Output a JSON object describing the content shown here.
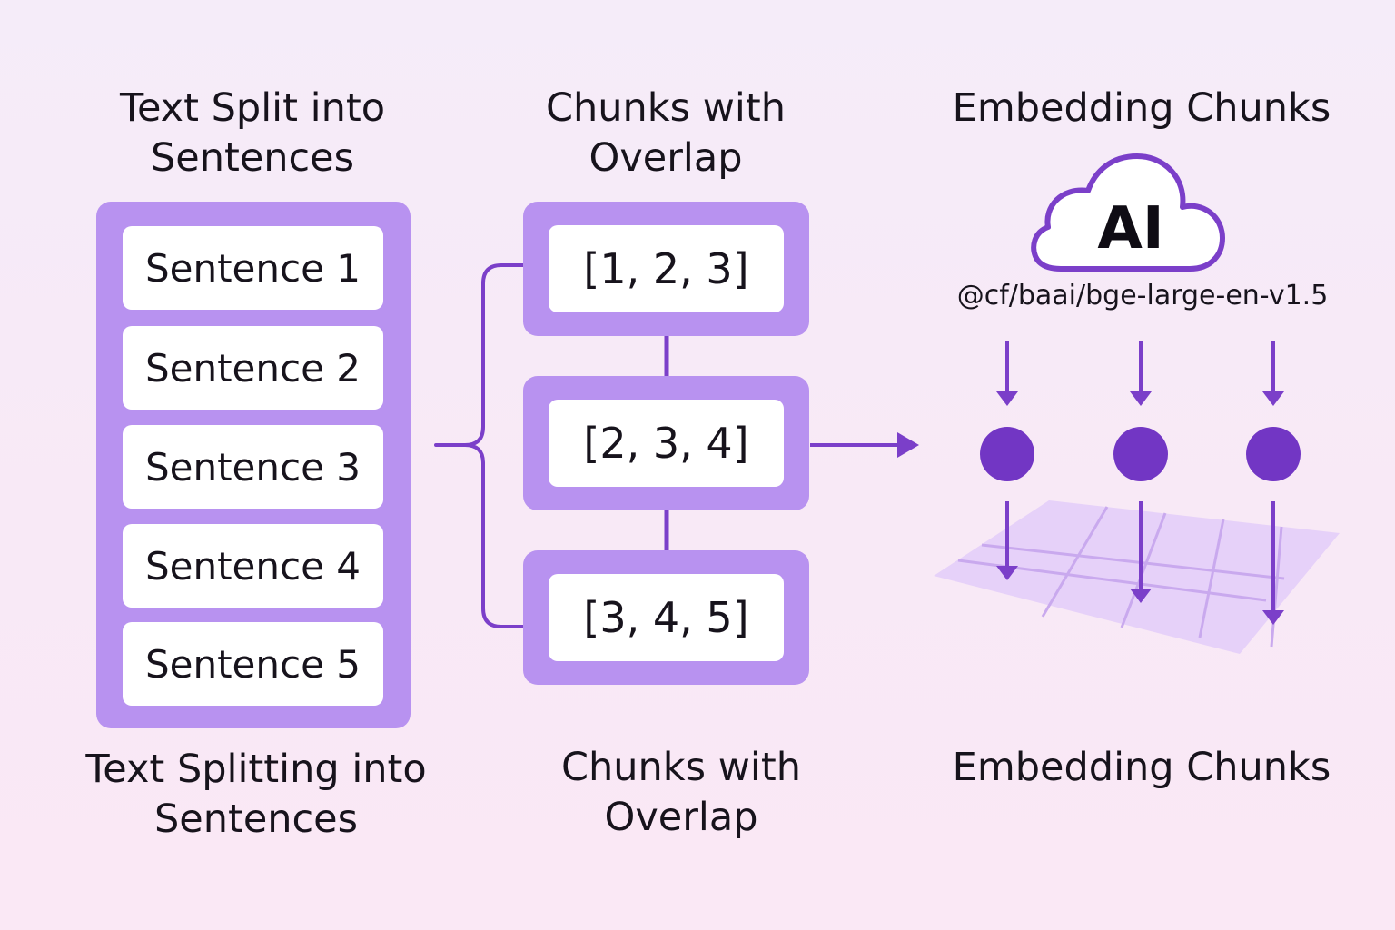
{
  "columns": {
    "sentences": {
      "title_top": "Text Split into Sentences",
      "title_bottom": "Text Splitting into Sentences",
      "items": [
        "Sentence 1",
        "Sentence 2",
        "Sentence 3",
        "Sentence 4",
        "Sentence 5"
      ]
    },
    "chunks": {
      "title_top": "Chunks with Overlap",
      "title_bottom": "Chunks with Overlap",
      "items": [
        "[1, 2, 3]",
        "[2, 3, 4]",
        "[3, 4, 5]"
      ]
    },
    "embedding": {
      "title_top": "Embedding Chunks",
      "title_bottom": "Embedding Chunks",
      "cloud_label": "AI",
      "model": "@cf/baai/bge-large-en-v1.5"
    }
  },
  "colors": {
    "panel": "#b892f0",
    "accent": "#7b3fc9",
    "node": "#7236c4",
    "plane": "#e3ccf9",
    "plane_grid": "#c9a9ee",
    "background": "#f6ebf8"
  },
  "icons": {
    "cloud": "cloud-icon",
    "embedding_node": "circle-node",
    "arrow": "arrow-icon"
  }
}
